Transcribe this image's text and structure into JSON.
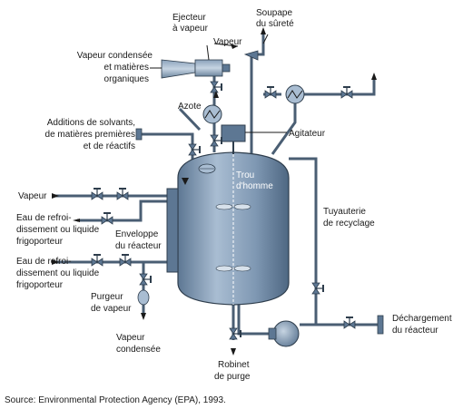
{
  "labels": {
    "ejecteur_1": "Ejecteur",
    "ejecteur_2": "à vapeur",
    "vapeur_top": "Vapeur",
    "soupape_1": "Soupape",
    "soupape_2": "du sûreté",
    "vap_cond_1": "Vapeur condensée",
    "vap_cond_2": "et matières",
    "vap_cond_3": "organiques",
    "azote": "Azote",
    "additions_1": "Additions de solvants,",
    "additions_2": "de matières premières",
    "additions_3": "et de réactifs",
    "agitateur": "Agitateur",
    "trou_1": "Trou",
    "trou_2": "d'homme",
    "vapeur_left": "Vapeur",
    "eau1_1": "Eau de refroi-",
    "eau1_2": "dissement ou liquide",
    "eau1_3": "frigoporteur",
    "enveloppe_1": "Enveloppe",
    "enveloppe_2": "du réacteur",
    "tuyauterie_1": "Tuyauterie",
    "tuyauterie_2": "de recyclage",
    "eau2_1": "Eau de refroi-",
    "eau2_2": "dissement ou liquide",
    "eau2_3": "frigoporteur",
    "purgeur_1": "Purgeur",
    "purgeur_2": "de vapeur",
    "decharge_1": "Déchargement",
    "decharge_2": "du réacteur",
    "vap_cond_b_1": "Vapeur",
    "vap_cond_b_2": "condensée",
    "robinet_1": "Robinet",
    "robinet_2": "de purge"
  },
  "source": "Source: Environmental Protection Agency (EPA), 1993.",
  "colors": {
    "vessel": "#6f89a6",
    "vessel_light": "#a9bdd2",
    "pipe": "#4a5e73",
    "text": "#1a1a1a"
  },
  "icons": [
    "valve-icon",
    "heat-exchanger-icon",
    "pump-icon",
    "agitator-icon",
    "steam-trap-icon",
    "ejector-icon",
    "arrow-icon"
  ]
}
